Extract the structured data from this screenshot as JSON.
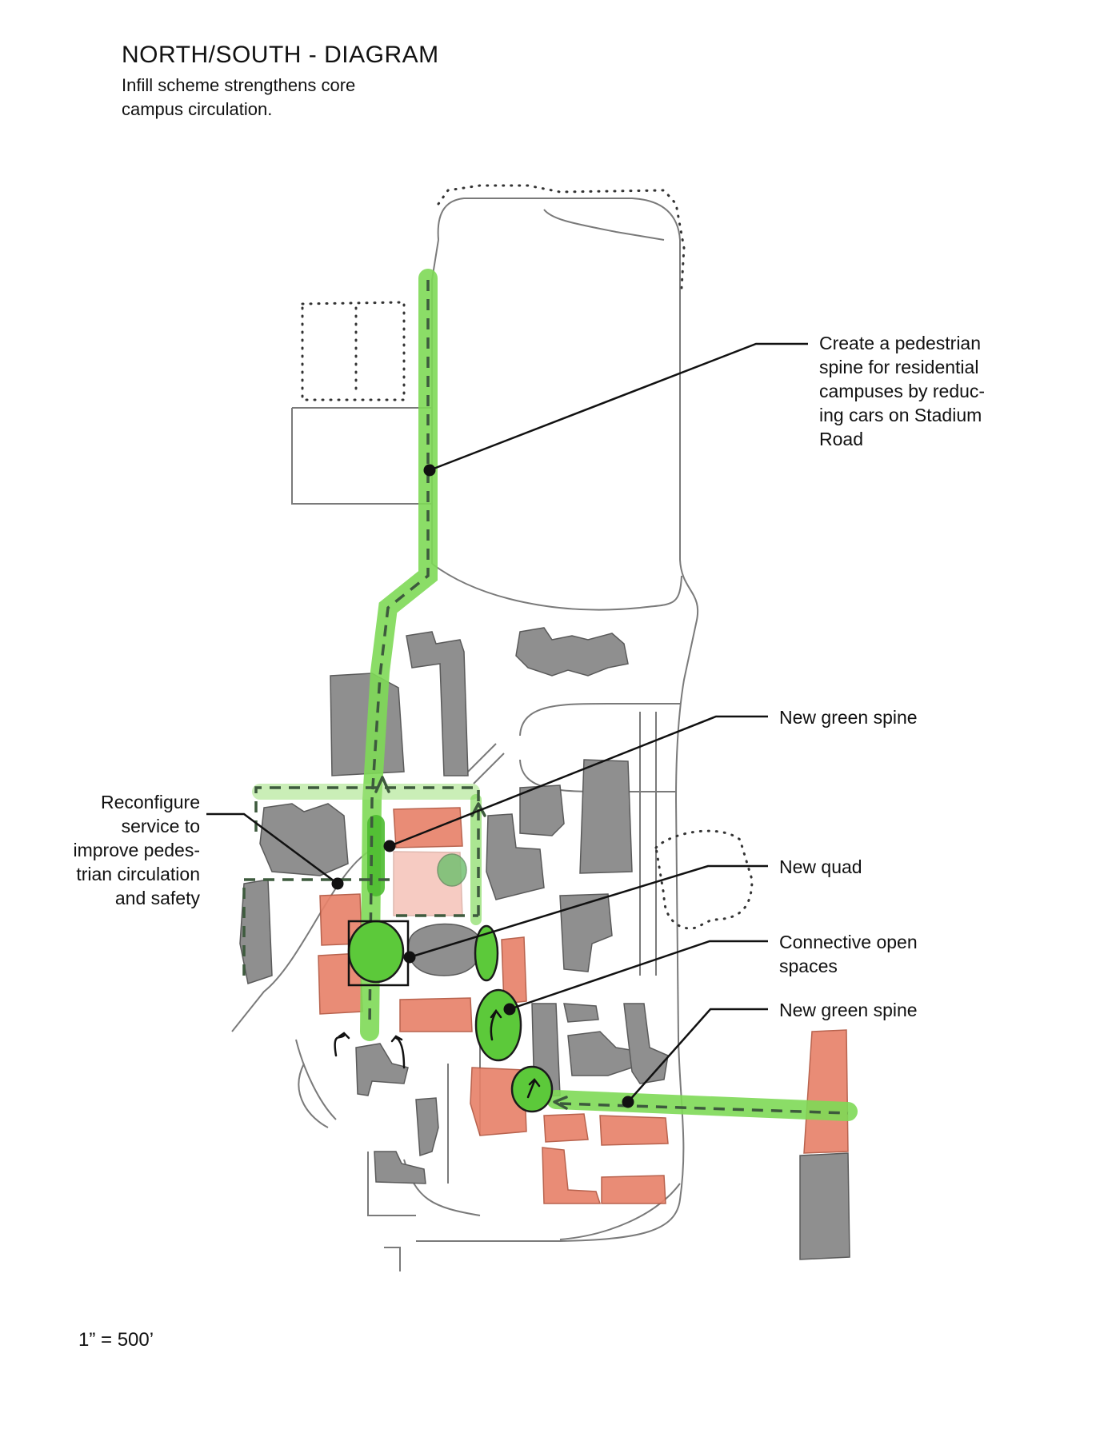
{
  "header": {
    "title": "NORTH/SOUTH - DIAGRAM",
    "subtitle": "Infill scheme strengthens core\ncampus circulation."
  },
  "callouts": [
    {
      "id": "pedestrian-spine",
      "text": "Create a pedestrian\nspine for residential\ncampuses by reduc-\ning cars on Stadium\nRoad"
    },
    {
      "id": "green-spine-1",
      "text": "New green spine"
    },
    {
      "id": "reconfigure-service",
      "text": "Reconfigure\nservice to\nimprove pedes-\ntrian circulation\nand safety"
    },
    {
      "id": "new-quad",
      "text": "New quad"
    },
    {
      "id": "connective-open-spaces",
      "text": "Connective open\nspaces"
    },
    {
      "id": "green-spine-2",
      "text": "New green spine"
    }
  ],
  "scale": "1” = 500’",
  "colors": {
    "green_spine": "#7ed957",
    "green_open_space": "#5cc93a",
    "existing_building": "#8f8f8f",
    "new_building": "#e8826a",
    "road_line": "#7a7a7a",
    "dashed_path": "#3d5a3d",
    "leader_line": "#111111"
  }
}
